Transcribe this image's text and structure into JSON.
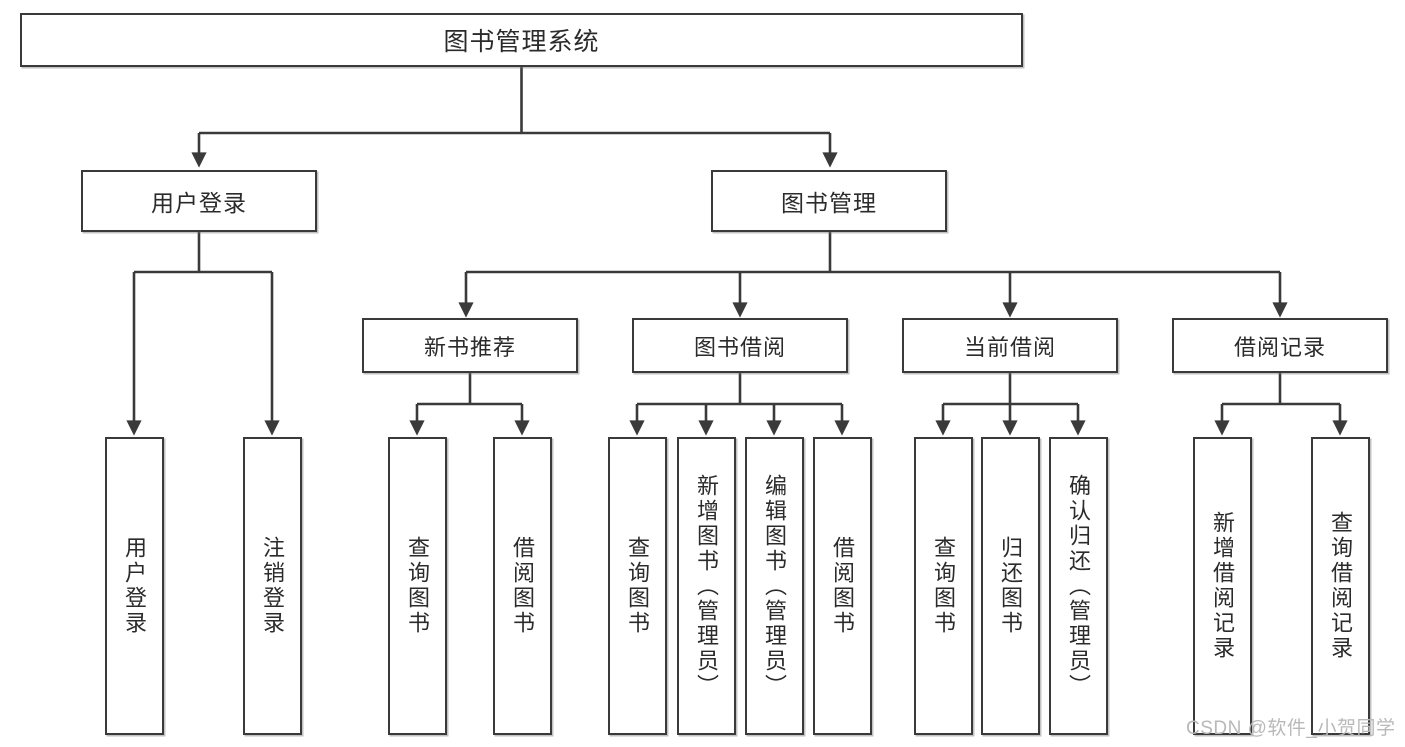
{
  "diagram": {
    "type": "tree-hierarchy",
    "title_label": "图书管理系统",
    "colors": {
      "border": "#3a3a3a",
      "text": "#2b2b2b",
      "background": "#ffffff",
      "watermark": "#b9b9b9"
    },
    "root": {
      "label": "图书管理系统"
    },
    "level1": [
      {
        "label": "用户登录"
      },
      {
        "label": "图书管理"
      }
    ],
    "level2": [
      {
        "label": "新书推荐"
      },
      {
        "label": "图书借阅"
      },
      {
        "label": "当前借阅"
      },
      {
        "label": "借阅记录"
      }
    ],
    "leaves": {
      "user_login": [
        {
          "label": "用户登录"
        },
        {
          "label": "注销登录"
        }
      ],
      "new_book_recommend": [
        {
          "label": "查询图书"
        },
        {
          "label": "借阅图书"
        }
      ],
      "book_borrow": [
        {
          "label": "查询图书"
        },
        {
          "label": "新增图书（管理员）"
        },
        {
          "label": "编辑图书（管理员）"
        },
        {
          "label": "借阅图书"
        }
      ],
      "current_borrow": [
        {
          "label": "查询图书"
        },
        {
          "label": "归还图书"
        },
        {
          "label": "确认归还（管理员）"
        }
      ],
      "borrow_record": [
        {
          "label": "新增借阅记录"
        },
        {
          "label": "查询借阅记录"
        }
      ]
    },
    "watermark": {
      "label": "CSDN @软件_小贺同学"
    }
  }
}
